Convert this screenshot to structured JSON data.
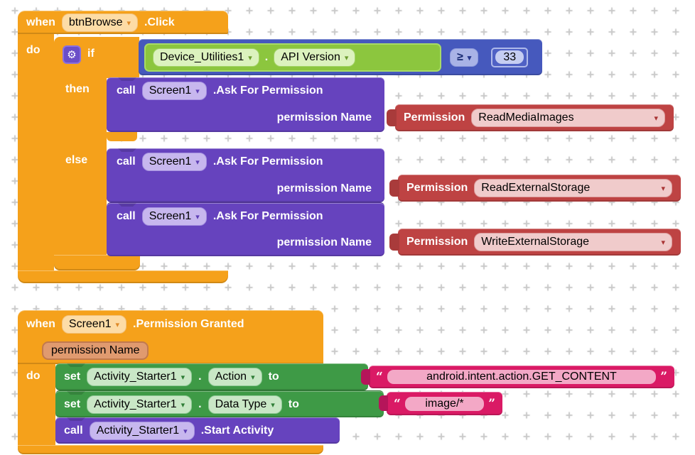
{
  "ui": {
    "dropdown_arrow": "▾",
    "gear_icon": "⚙",
    "quote_open": "“",
    "quote_close": "”"
  },
  "colors": {
    "event_block": "#F5A11B",
    "logic_block": "#4659BD",
    "component_method_block": "#6643BE",
    "helper_block": "#BE4343",
    "setter_block": "#3E9A46",
    "getter_block": "#8CC63E",
    "text_block": "#DA1A65",
    "grid_cross": "#C9C9C9"
  },
  "stack1": {
    "when": {
      "keyword": "when",
      "component": "btnBrowse",
      "event": ".Click"
    },
    "do_label": "do",
    "if_block": {
      "if_label": "if",
      "then_label": "then",
      "else_label": "else"
    },
    "condition": {
      "getter": {
        "component": "Device_Utilities1",
        "dot": ".",
        "property": "API Version"
      },
      "operator": "≥",
      "value": "33"
    },
    "then_calls": [
      {
        "keyword": "call",
        "component": "Screen1",
        "method": ".Ask For Permission",
        "param": "permission Name",
        "arg": {
          "label": "Permission",
          "value": "ReadMediaImages"
        }
      }
    ],
    "else_calls": [
      {
        "keyword": "call",
        "component": "Screen1",
        "method": ".Ask For Permission",
        "param": "permission Name",
        "arg": {
          "label": "Permission",
          "value": "ReadExternalStorage"
        }
      },
      {
        "keyword": "call",
        "component": "Screen1",
        "method": ".Ask For Permission",
        "param": "permission Name",
        "arg": {
          "label": "Permission",
          "value": "WriteExternalStorage"
        }
      }
    ]
  },
  "stack2": {
    "when": {
      "keyword": "when",
      "component": "Screen1",
      "event": ".Permission Granted",
      "param": "permission Name"
    },
    "do_label": "do",
    "setters": [
      {
        "keyword": "set",
        "component": "Activity_Starter1",
        "dot": ".",
        "property": "Action",
        "to_label": "to",
        "value": "android.intent.action.GET_CONTENT"
      },
      {
        "keyword": "set",
        "component": "Activity_Starter1",
        "dot": ".",
        "property": "Data Type",
        "to_label": "to",
        "value": "image/*"
      }
    ],
    "call": {
      "keyword": "call",
      "component": "Activity_Starter1",
      "method": ".Start Activity"
    }
  }
}
